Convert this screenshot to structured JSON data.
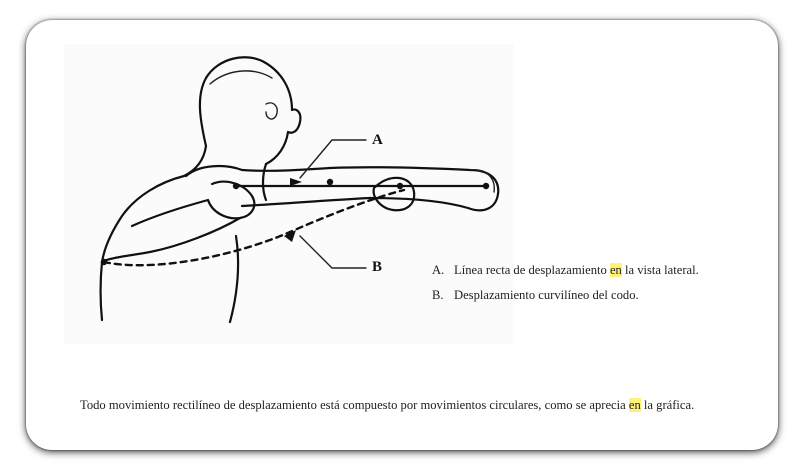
{
  "labels": {
    "a": "A",
    "b": "B"
  },
  "legend": [
    {
      "key": "A.",
      "before": "Línea recta de desplazamiento ",
      "highlight": "en",
      "after": " la vista lateral."
    },
    {
      "key": "B.",
      "before": "Desplazamiento curvilíneo del codo.",
      "highlight": "",
      "after": ""
    }
  ],
  "caption": {
    "before": "Todo movimiento rectilíneo de desplazamiento está compuesto por movimientos circulares, como se aprecia ",
    "highlight": "en",
    "after": " la gráfica."
  },
  "colors": {
    "highlight": "#fff27a",
    "ink": "#111111"
  }
}
